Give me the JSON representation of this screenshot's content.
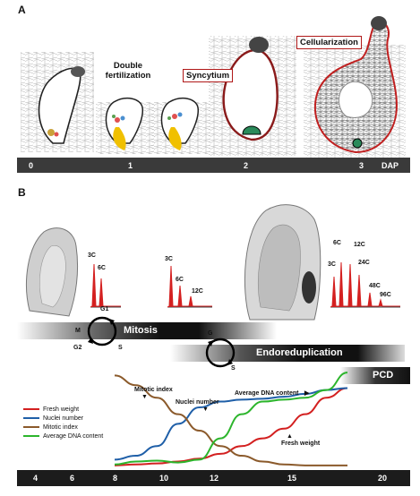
{
  "panelA": {
    "letter": "A",
    "double_fertilization": "Double\nfertilization",
    "syncytium": "Syncytium",
    "cellularization": "Cellularization",
    "dap_ticks": [
      "0",
      "1",
      "2",
      "3"
    ],
    "dap_unit": "DAP"
  },
  "panelB": {
    "letter": "B",
    "histogram_labels": {
      "h1": [
        "3C",
        "6C"
      ],
      "h2": [
        "3C",
        "6C",
        "12C"
      ],
      "h3": [
        "3C",
        "6C",
        "12C",
        "24C",
        "48C",
        "96C"
      ]
    },
    "cell_cycle_1": {
      "g1": "G1",
      "m": "M",
      "g2": "G2",
      "s": "S"
    },
    "cell_cycle_2": {
      "g": "G",
      "s": "S"
    },
    "bands": {
      "mitosis": "Mitosis",
      "endoreduplication": "Endoreduplication",
      "pcd": "PCD"
    },
    "legend": [
      {
        "label": "Fresh weight",
        "color": "#d32020"
      },
      {
        "label": "Nuclei number",
        "color": "#1f5fa8"
      },
      {
        "label": "Mitotic index",
        "color": "#8b5a2b"
      },
      {
        "label": "Average DNA content",
        "color": "#2cb52c"
      }
    ],
    "annotations": {
      "mitotic_index": "Mitotic index",
      "nuclei_number": "Nuclei number",
      "avg_dna": "Average DNA content",
      "fresh_weight": "Fresh weight"
    },
    "timeline_ticks": [
      "4",
      "6",
      "8",
      "10",
      "12",
      "15",
      "20"
    ]
  },
  "chart_data": {
    "type": "line",
    "x": [
      8,
      9,
      10,
      11,
      12,
      13,
      14,
      15,
      16,
      17,
      18,
      19
    ],
    "series": [
      {
        "name": "Fresh weight",
        "values": [
          0.02,
          0.03,
          0.04,
          0.06,
          0.09,
          0.14,
          0.22,
          0.3,
          0.4,
          0.55,
          0.72,
          0.82
        ]
      },
      {
        "name": "Nuclei number",
        "values": [
          0.08,
          0.12,
          0.22,
          0.45,
          0.62,
          0.68,
          0.7,
          0.71,
          0.73,
          0.76,
          0.8,
          0.82
        ]
      },
      {
        "name": "Mitotic index",
        "values": [
          0.95,
          0.85,
          0.72,
          0.55,
          0.38,
          0.22,
          0.12,
          0.06,
          0.03,
          0.02,
          0.02,
          0.02
        ]
      },
      {
        "name": "Average DNA content",
        "values": [
          0.03,
          0.06,
          0.07,
          0.05,
          0.08,
          0.3,
          0.55,
          0.68,
          0.7,
          0.72,
          0.8,
          0.98
        ]
      }
    ],
    "xlabel": "",
    "ylabel": "",
    "grid": false
  }
}
